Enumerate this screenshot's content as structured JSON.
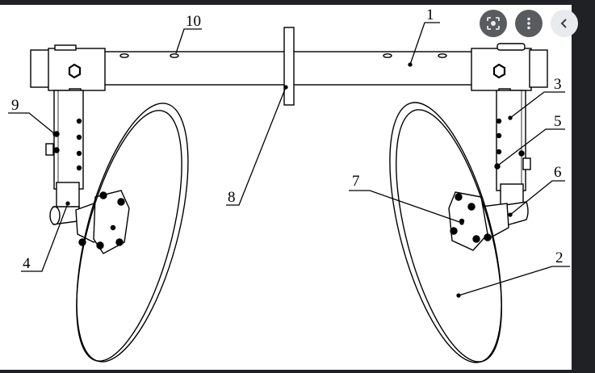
{
  "labels": {
    "l1": "1",
    "l2": "2",
    "l3": "3",
    "l4": "4",
    "l5": "5",
    "l6": "6",
    "l7": "7",
    "l8": "8",
    "l9": "9",
    "l10": "10"
  },
  "controls": [
    {
      "name": "visual-search",
      "icon": "lens-icon"
    },
    {
      "name": "more-options",
      "icon": "dots-vertical-icon"
    },
    {
      "name": "previous",
      "icon": "chevron-left-icon"
    }
  ],
  "colors": {
    "frame": "#202124",
    "paper": "#ffffff",
    "ink": "#000000",
    "control_bg": "#3c4043",
    "control_fg": "#e8eaed"
  }
}
